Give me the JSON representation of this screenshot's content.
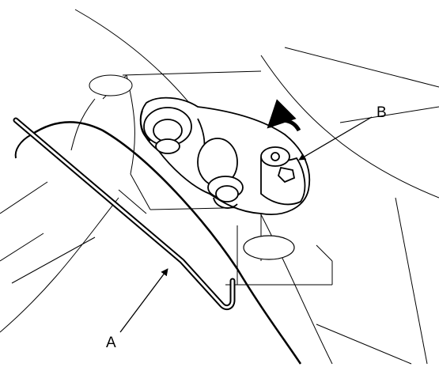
{
  "labels": {
    "a": "A",
    "b": "B"
  },
  "colors": {
    "line": "#000000",
    "fill": "#ffffff",
    "background": "#ffffff"
  },
  "rotation_arrow_icon": "curved-arrow-counterclockwise"
}
